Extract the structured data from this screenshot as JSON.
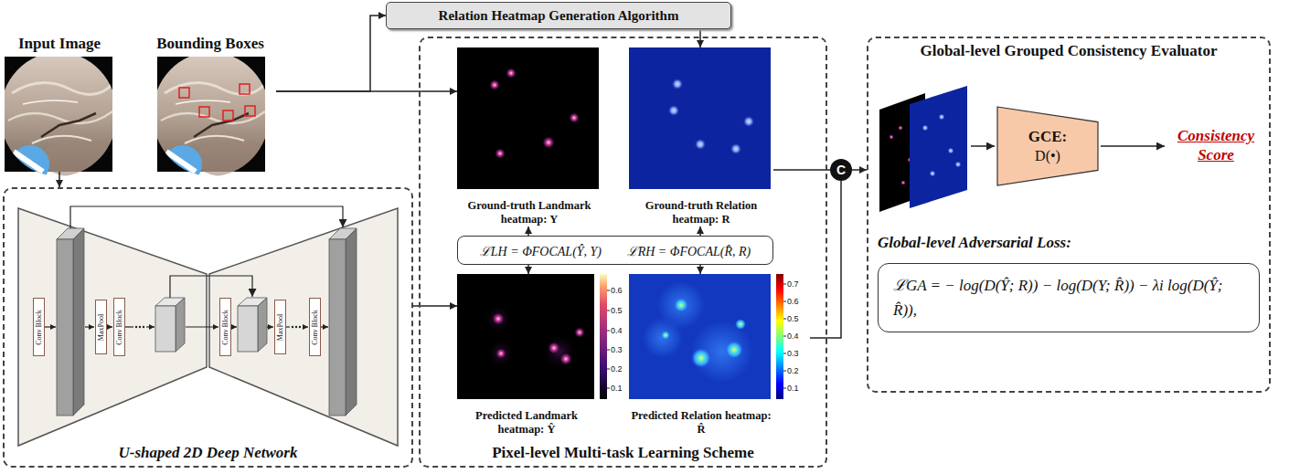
{
  "diagram": {
    "nodes": [
      {
        "text": [
          "Input Image"
        ]
      },
      {
        "text": [
          "Bounding Boxes"
        ]
      },
      {
        "text": [
          "Relation Heatmap Generation Algorithm"
        ]
      },
      {
        "text": [
          "U-shaped 2D Deep Network"
        ]
      },
      {
        "text": [
          "Conv Block"
        ],
        "in": 3
      },
      {
        "text": [
          "MaxPool"
        ],
        "in": 3
      },
      {
        "text": [
          "Conv Block"
        ],
        "in": 3
      },
      {
        "text": [
          "Conv Block"
        ],
        "in": 3
      },
      {
        "text": [
          "MaxPool"
        ],
        "in": 3
      },
      {
        "text": [
          "Conv Block"
        ],
        "in": 3
      },
      {
        "text": [
          "Pixel-level Multi-task Learning Scheme"
        ]
      },
      {
        "text": [
          "Ground-truth Landmark heatmap: Y"
        ],
        "in": 10
      },
      {
        "text": [
          "Ground-truth Relation heatmap: R"
        ],
        "in": 10
      },
      {
        "text": [
          "ℒLH = ΦFOCAL(Ŷ, Y)",
          "ℒRH = ΦFOCAL(R̂, R)"
        ],
        "in": 10
      },
      {
        "text": [
          "Predicted Landmark heatmap: Ŷ"
        ],
        "in": 10
      },
      {
        "text": [
          "Predicted Relation heatmap: R̂"
        ],
        "in": 10
      },
      {
        "text": [
          "C"
        ]
      },
      {
        "text": [
          "Global-level Grouped Consistency Evaluator"
        ]
      },
      {
        "text": [
          "GCE:",
          "D(•)"
        ],
        "in": 17
      },
      {
        "text": [
          "Global-level Adversarial Loss:",
          "ℒGA = − log(D(Ŷ; R)) − log(D(Y; R̂)) − λi log(D(Ŷ; R̂)),"
        ],
        "in": 17
      }
    ],
    "edges": [
      {
        "from": 0,
        "to": 3,
        "arrow": "to"
      },
      {
        "from": 1,
        "to": 2,
        "arrow": "to"
      },
      {
        "from": 1,
        "to": 11,
        "arrow": "to"
      },
      {
        "from": 2,
        "to": 12,
        "arrow": "to"
      },
      {
        "from": 3,
        "to": 14,
        "arrow": "to"
      },
      {
        "from": 13,
        "to": 11,
        "arrow": "to"
      },
      {
        "from": 13,
        "to": 14,
        "arrow": "to"
      },
      {
        "from": 13,
        "to": 12,
        "arrow": "to"
      },
      {
        "from": 13,
        "to": 15,
        "arrow": "to"
      },
      {
        "from": 12,
        "to": 16,
        "arrow": "none"
      },
      {
        "from": 15,
        "to": 16,
        "arrow": "none"
      },
      {
        "from": 16,
        "to": 17,
        "arrow": "to"
      }
    ],
    "labels": [
      "0.6",
      "0.5",
      "0.4",
      "0.3",
      "0.2",
      "0.1",
      "0.7",
      "0.6",
      "0.5",
      "0.4",
      "0.3",
      "0.2",
      "0.1",
      "Consistency Score"
    ]
  }
}
